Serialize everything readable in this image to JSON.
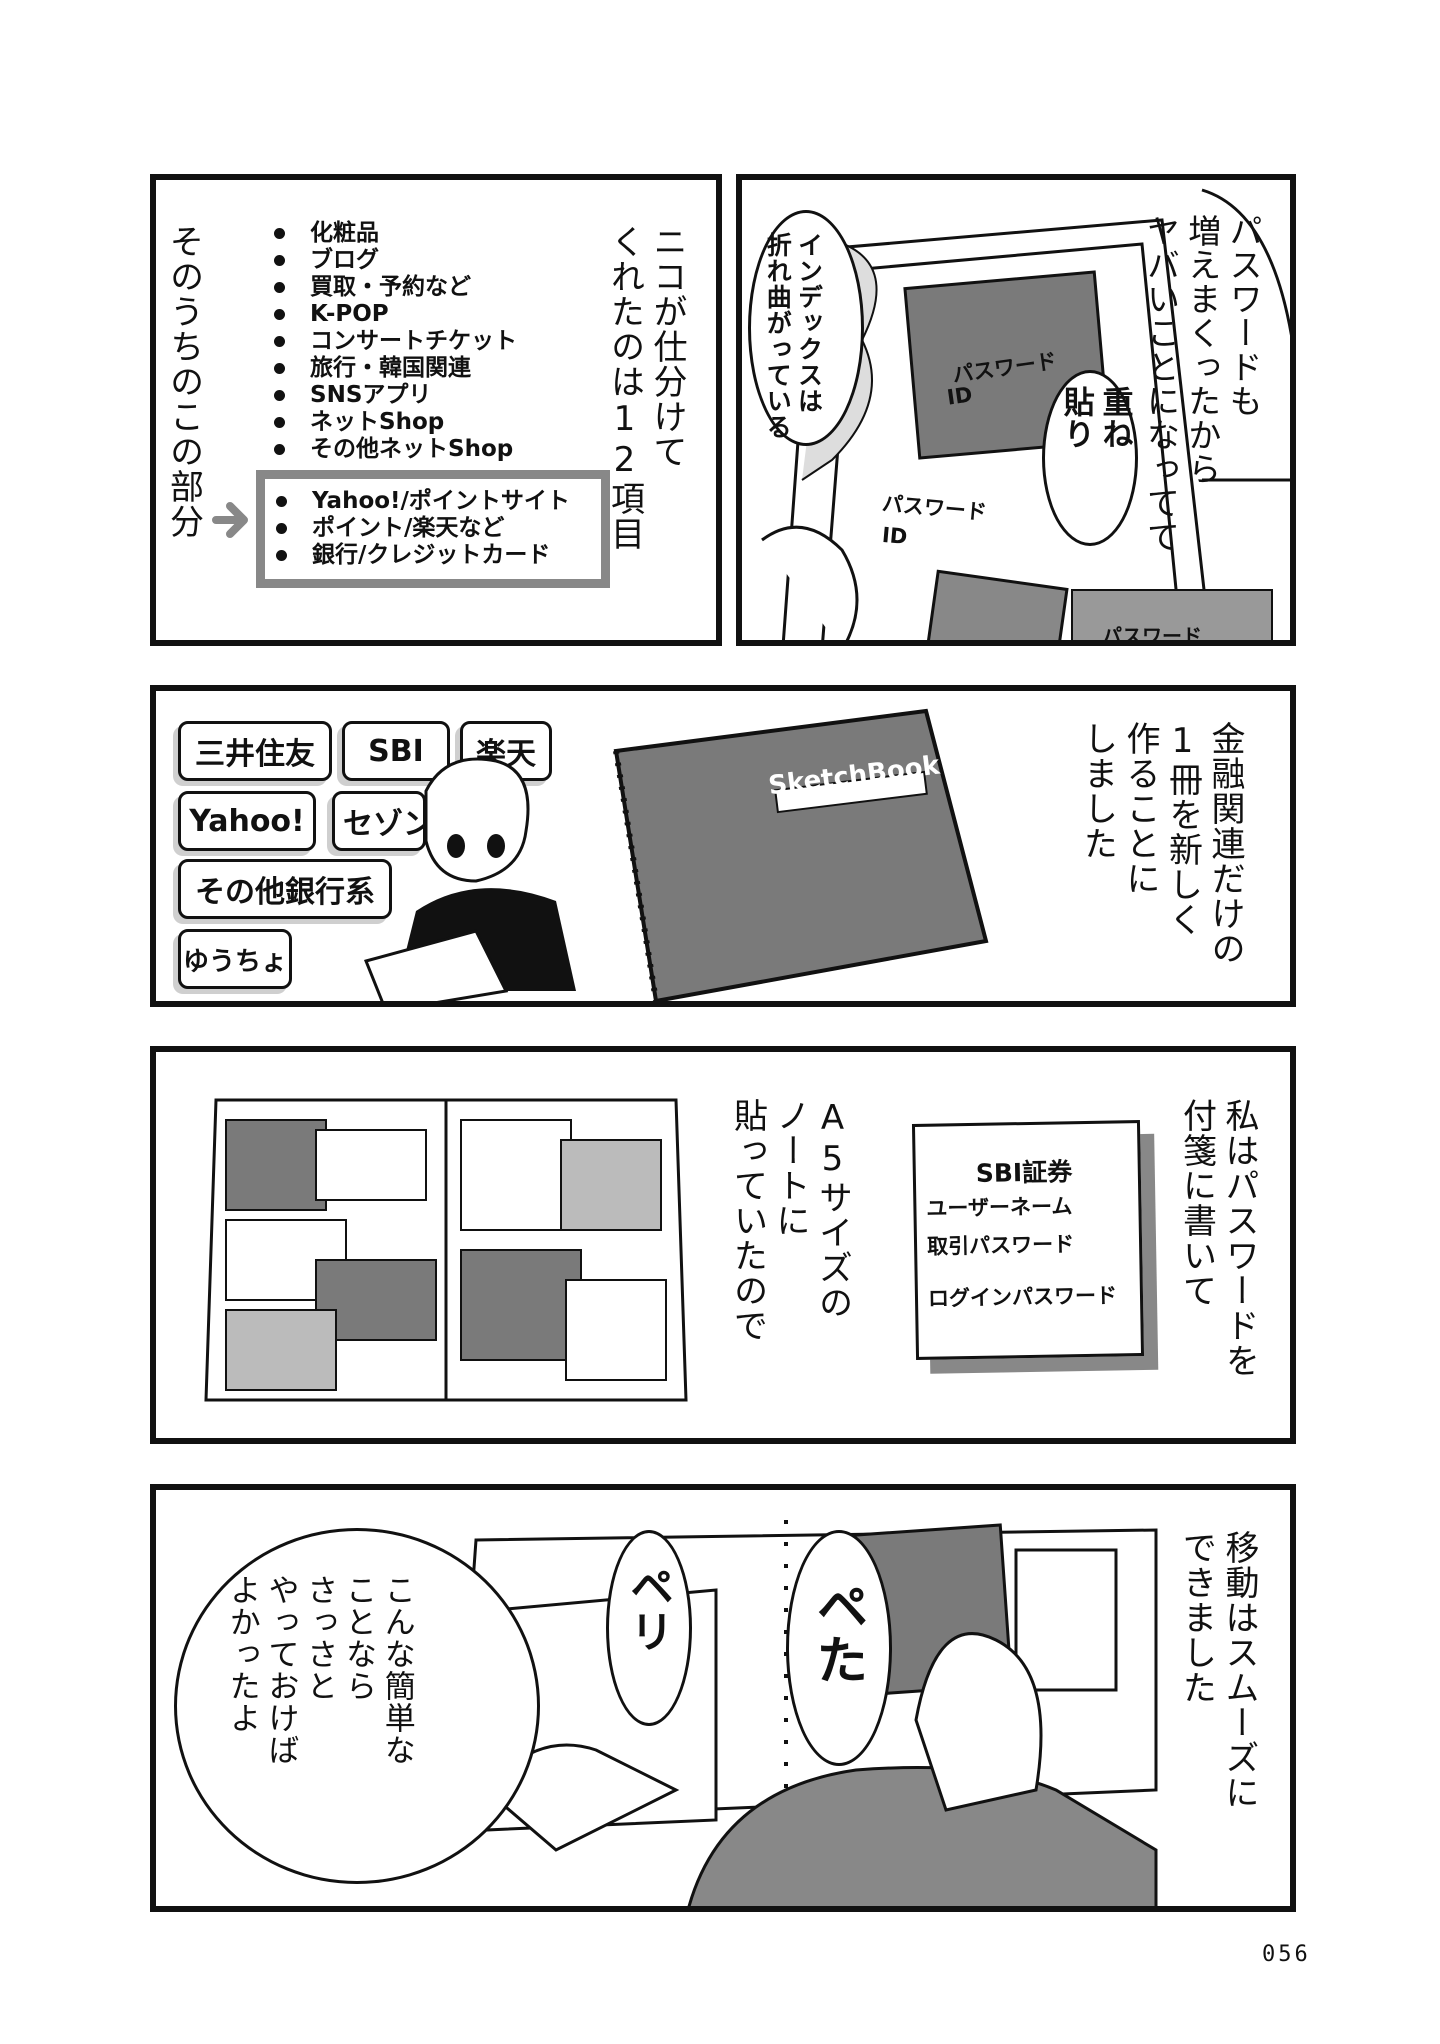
{
  "panel1": {
    "narration": "ニコが仕分けて\nくれたのは12項目",
    "caption": "そのうちのこの部分",
    "list_top": [
      "化粧品",
      "ブログ",
      "買取・予約など",
      "K-POP",
      "コンサートチケット",
      "旅行・韓国関連",
      "SNSアプリ",
      "ネットShop",
      "その他ネットShop"
    ],
    "list_highlight": [
      "Yahoo!/ポイントサイト",
      "ポイント/楽天など",
      "銀行/クレジットカード"
    ]
  },
  "panel2": {
    "narration": "パスワードも\n増えまくったから\nヤバいことになってて",
    "bubble_index": "インデックスは\n折れ曲がっている",
    "bubble_stack": "重ね\n貼り",
    "note1_line1": "パスワード",
    "note1_line2": "ID",
    "note2_line1": "パスワード",
    "note2_line2": "ID",
    "note3_line1": "パスワード"
  },
  "panel3": {
    "narration": "金融関連だけの\n1冊を新しく\n作ることに\nしました",
    "tags": [
      "三井住友",
      "SBI",
      "楽天",
      "Yahoo!",
      "セゾン",
      "その他銀行系",
      "ゆうちょ"
    ],
    "notebook_label": "SketchBook"
  },
  "panel4": {
    "narration_right": "私はパスワードを\n付箋に書いて",
    "narration_left": "A5サイズの\nノートに\n貼っていたので",
    "sticky_title": "SBI証券",
    "sticky_line1": "ユーザーネーム",
    "sticky_line2": "取引パスワード",
    "sticky_line3": "ログインパスワード"
  },
  "panel5": {
    "narration": "移動はスムーズに\nできました",
    "thought": "こんな簡単な\nことなら\nさっさと\nやっておけば\nよかったよ",
    "sfx_peri": "ペリ",
    "sfx_peta": "ペた"
  },
  "page_number": "056"
}
